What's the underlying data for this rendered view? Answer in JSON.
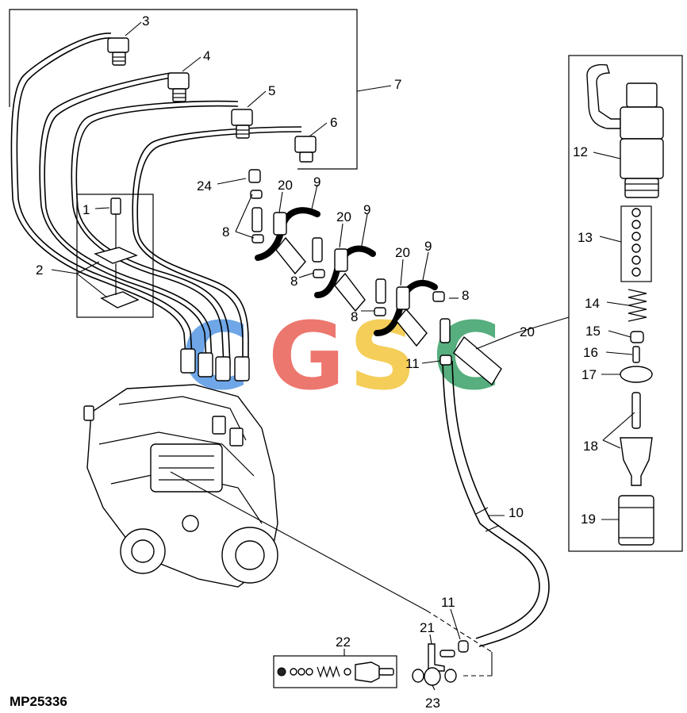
{
  "diagram": {
    "reference": "MP25336",
    "watermark": [
      "C",
      "G",
      "S",
      "C"
    ],
    "watermark_colors": [
      "#4a90e2",
      "#e8564a",
      "#f2c230",
      "#2e9a5e"
    ],
    "callouts": [
      "1",
      "2",
      "3",
      "4",
      "5",
      "6",
      "7",
      "8",
      "9",
      "10",
      "11",
      "12",
      "13",
      "14",
      "15",
      "16",
      "17",
      "18",
      "19",
      "20",
      "21",
      "22",
      "23",
      "24"
    ]
  }
}
